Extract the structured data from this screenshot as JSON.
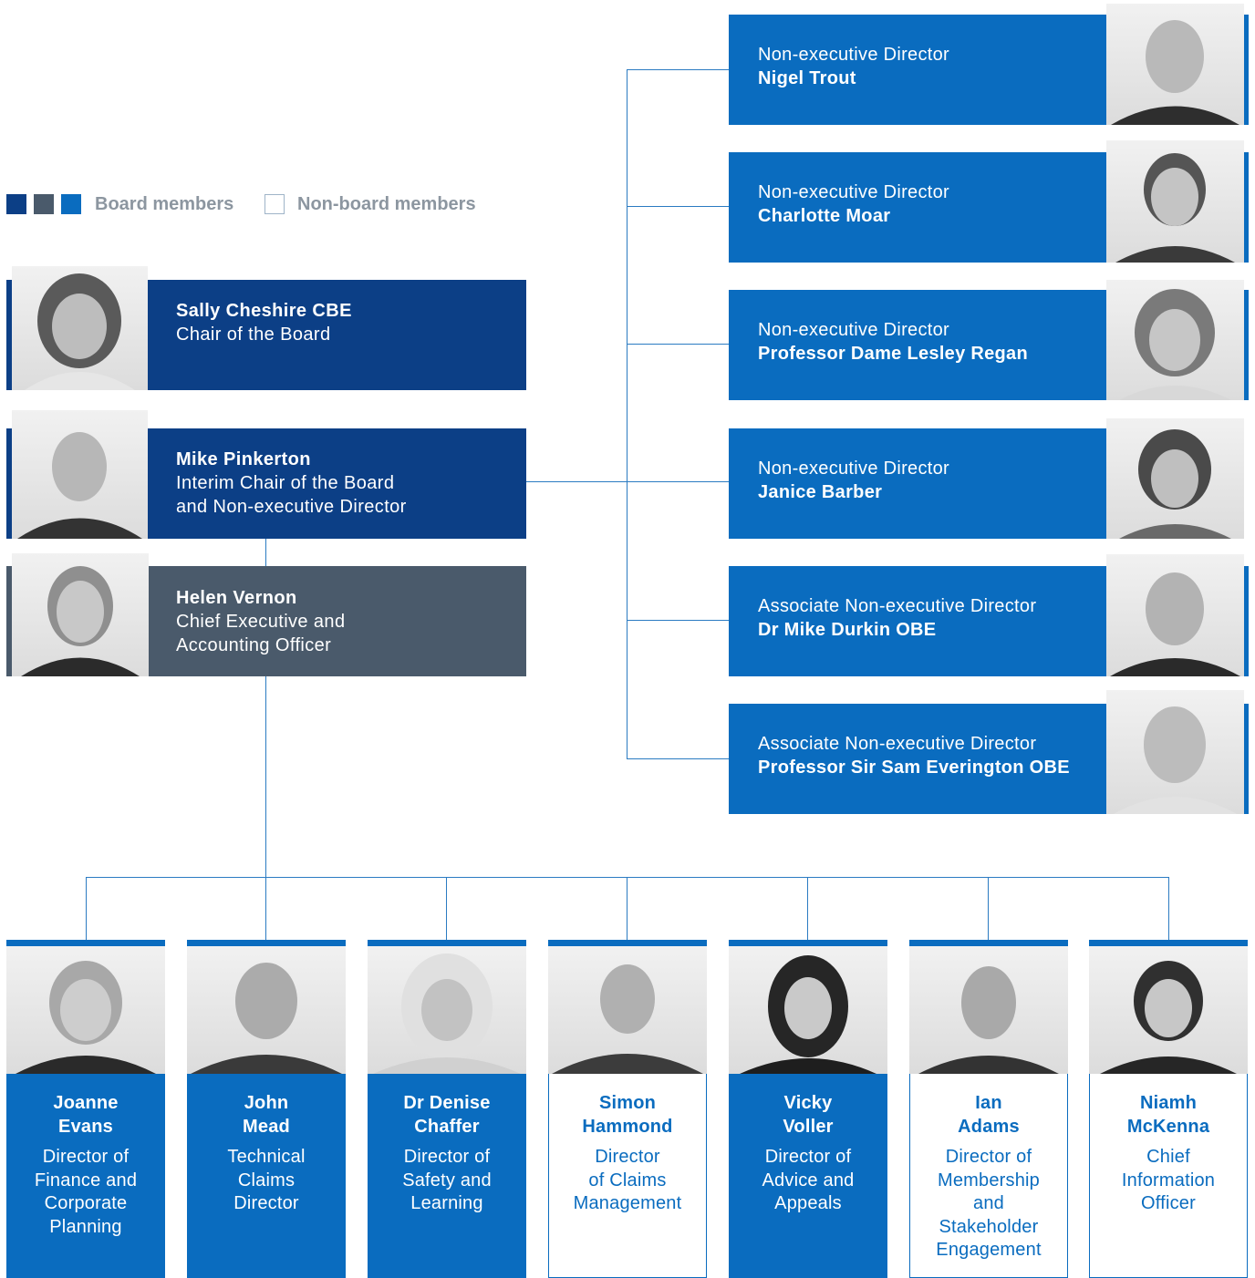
{
  "legend": {
    "board_label": "Board members",
    "non_board_label": "Non-board members",
    "colors": [
      "#0c3f86",
      "#4a5a6b",
      "#0a6cbf"
    ]
  },
  "colors": {
    "chair_navy": "#0c3f86",
    "ceo_slate": "#4a5a6b",
    "ned_blue": "#0a6cbf",
    "connector": "#2b7bc2"
  },
  "chair": {
    "name": "Sally Cheshire CBE",
    "role": "Chair of the Board"
  },
  "interim_chair": {
    "name": "Mike Pinkerton",
    "role": "Interim Chair of the Board\nand Non-executive Director"
  },
  "ceo": {
    "name": "Helen Vernon",
    "role": "Chief Executive and\nAccounting Officer"
  },
  "non_executives": [
    {
      "role": "Non-executive Director",
      "name": "Nigel Trout"
    },
    {
      "role": "Non-executive Director",
      "name": "Charlotte Moar"
    },
    {
      "role": "Non-executive Director",
      "name": "Professor Dame Lesley Regan"
    },
    {
      "role": "Non-executive Director",
      "name": "Janice Barber"
    },
    {
      "role": "Associate Non-executive Director",
      "name": "Dr Mike Durkin OBE"
    },
    {
      "role": "Associate Non-executive Director",
      "name": "Professor Sir Sam Everington OBE"
    }
  ],
  "directors": [
    {
      "name": "Joanne\nEvans",
      "role": "Director of\nFinance and\nCorporate\nPlanning",
      "board": true
    },
    {
      "name": "John\nMead",
      "role": "Technical\nClaims\nDirector",
      "board": true
    },
    {
      "name": "Dr Denise\nChaffer",
      "role": "Director of\nSafety and\nLearning",
      "board": true
    },
    {
      "name": "Simon\nHammond",
      "role": "Director\nof Claims\nManagement",
      "board": false
    },
    {
      "name": "Vicky\nVoller",
      "role": "Director of\nAdvice and\nAppeals",
      "board": true
    },
    {
      "name": "Ian\nAdams",
      "role": "Director of\nMembership\nand\nStakeholder\nEngagement",
      "board": false
    },
    {
      "name": "Niamh\nMcKenna",
      "role": "Chief\nInformation\nOfficer",
      "board": false
    }
  ]
}
